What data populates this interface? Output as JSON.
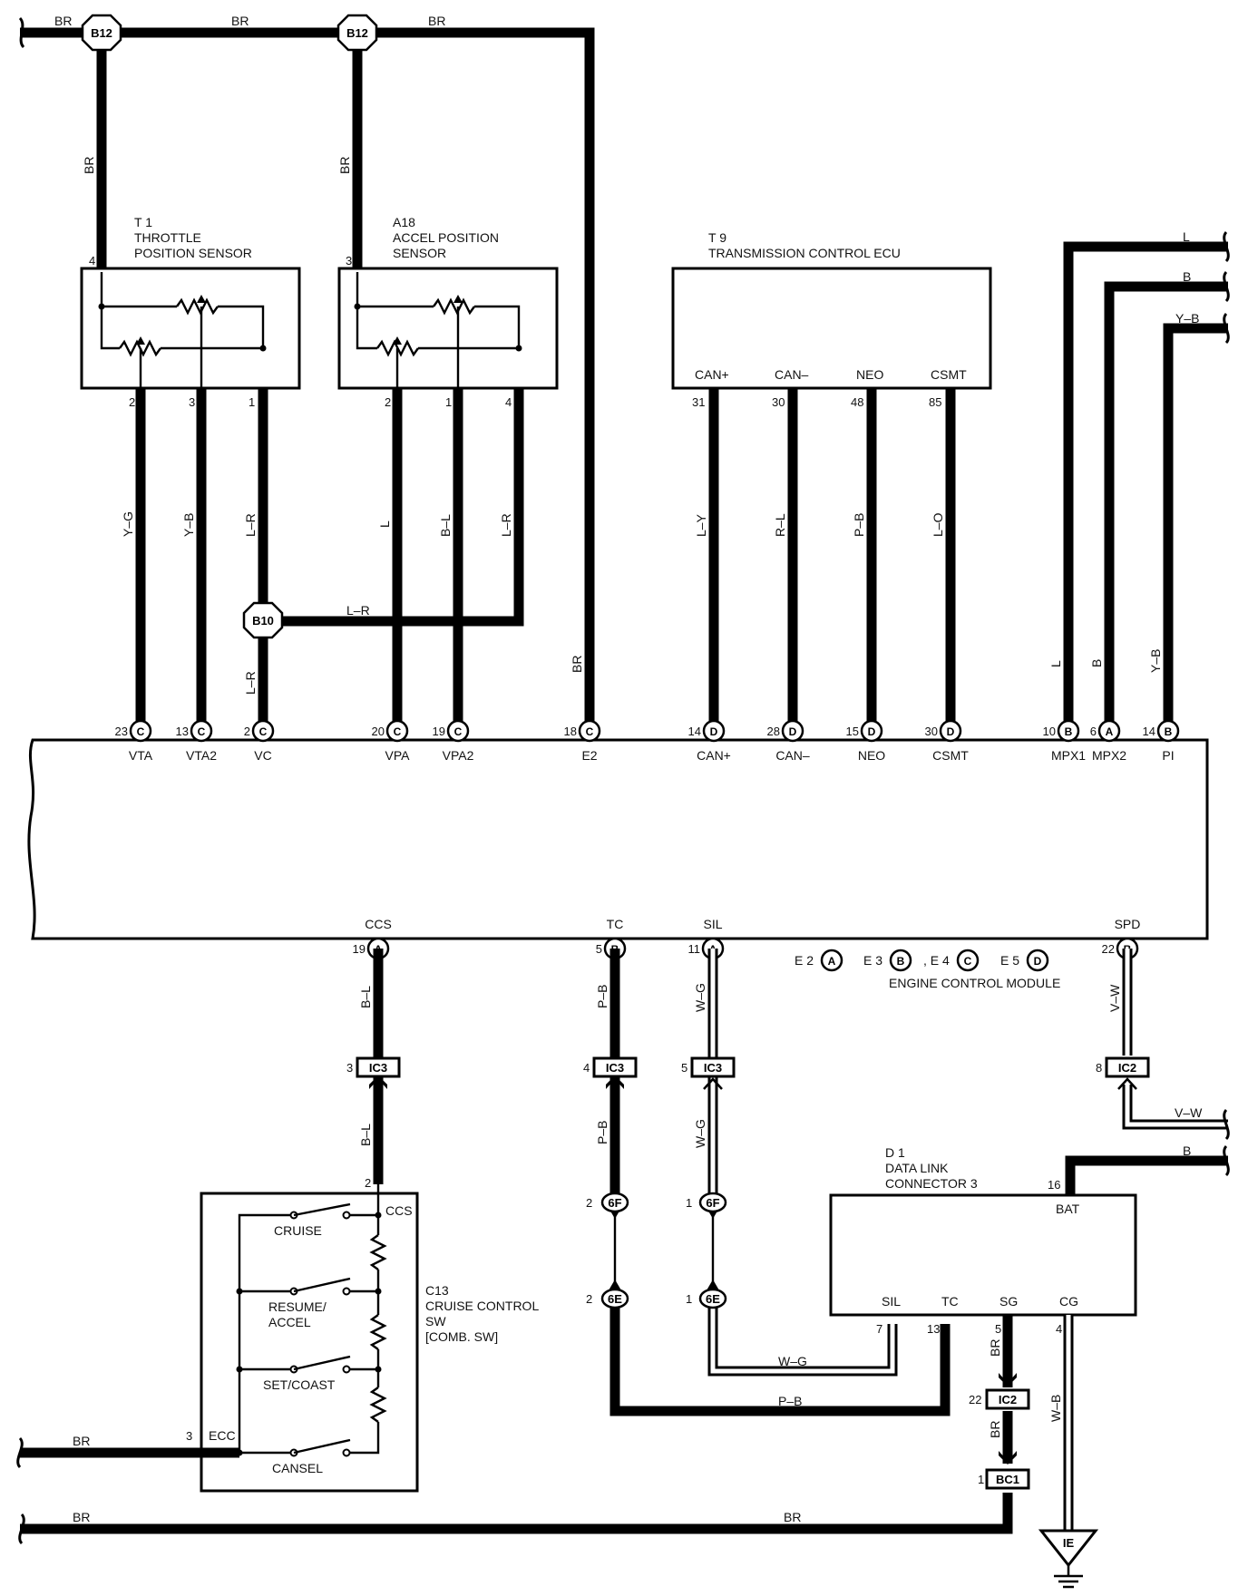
{
  "components": {
    "t1": {
      "code": "T 1",
      "name_line1": "THROTTLE",
      "name_line2": "POSITION SENSOR"
    },
    "a18": {
      "code": "A18",
      "name_line1": "ACCEL POSITION",
      "name_line2": "SENSOR"
    },
    "t9": {
      "code": "T 9",
      "name": "TRANSMISSION CONTROL ECU"
    },
    "d1": {
      "code": "D 1",
      "name_line1": "DATA LINK",
      "name_line2": "CONNECTOR 3"
    },
    "c13": {
      "code": "C13",
      "name_line1": "CRUISE CONTROL",
      "name_line2": "SW",
      "name_line3": "[COMB. SW]"
    },
    "ecm": {
      "name": "ENGINE CONTROL MODULE",
      "connectors": [
        "E 2",
        "E 3",
        ", E 4",
        "E 5"
      ],
      "connector_letters": [
        "A",
        "B",
        "C",
        "D"
      ]
    }
  },
  "splices": {
    "b12a": "B12",
    "b12b": "B12",
    "b10": "B10"
  },
  "connectors": {
    "ic3a": "IC3",
    "ic3b": "IC3",
    "ic3c": "IC3",
    "ic2a": "IC2",
    "ic2b": "IC2",
    "bc1": "BC1",
    "f6a": "6F",
    "f6b": "6F",
    "e6a": "6E",
    "e6b": "6E"
  },
  "ground": {
    "label": "IE"
  },
  "t1_pins": [
    "4",
    "2",
    "3",
    "1"
  ],
  "a18_pins": [
    "3",
    "2",
    "1",
    "4"
  ],
  "t9_terminals": [
    "CAN+",
    "CAN–",
    "NEO",
    "CSMT"
  ],
  "t9_pins": [
    "31",
    "30",
    "48",
    "85"
  ],
  "ecm_top_terminals": [
    "VTA",
    "VTA2",
    "VC",
    "VPA",
    "VPA2",
    "E2",
    "CAN+",
    "CAN–",
    "NEO",
    "CSMT",
    "MPX1",
    "MPX2",
    "PI"
  ],
  "ecm_top_pins": [
    "23",
    "13",
    "2",
    "20",
    "19",
    "18",
    "14",
    "28",
    "15",
    "30",
    "10",
    "6",
    "14"
  ],
  "ecm_top_letters": [
    "C",
    "C",
    "C",
    "C",
    "C",
    "C",
    "D",
    "D",
    "D",
    "D",
    "B",
    "A",
    "B"
  ],
  "ecm_bottom_terminals": [
    "CCS",
    "TC",
    "SIL",
    "SPD"
  ],
  "ecm_bottom_pins": [
    "19",
    "5",
    "11",
    "22"
  ],
  "ecm_bottom_letters": [
    "A",
    "B",
    "A",
    "B"
  ],
  "d1_terminals": [
    "BAT",
    "SIL",
    "TC",
    "SG",
    "CG"
  ],
  "d1_pins": [
    "16",
    "7",
    "13",
    "5",
    "4"
  ],
  "c13_switches": [
    "CRUISE",
    "RESUME/",
    "ACCEL",
    "SET/COAST",
    "CANSEL"
  ],
  "c13_terminals": [
    "CCS",
    "ECC"
  ],
  "c13_pins": [
    "2",
    "3"
  ],
  "connector_pins": {
    "ic3a": "3",
    "ic3b": "4",
    "ic3c": "5",
    "ic2a": "8",
    "ic2b": "22",
    "bc1": "1",
    "f6a": "2",
    "f6b": "1",
    "e6a": "2",
    "e6b": "1"
  },
  "wire_colors": {
    "top_br_1": "BR",
    "top_br_2": "BR",
    "top_br_3": "BR",
    "t1_br": "BR",
    "a18_br": "BR",
    "vta": "Y–G",
    "vta2": "Y–B",
    "vc": "L–R",
    "vc_lower": "L–R",
    "b10_link": "L–R",
    "vpa": "L",
    "vpa2": "B–L",
    "a18_4": "L–R",
    "e2": "BR",
    "can_p": "L–Y",
    "can_m": "R–L",
    "neo": "P–B",
    "csmt": "L–O",
    "mpx1_top": "L",
    "mpx2_top": "B",
    "pi_top": "Y–B",
    "mpx1": "L",
    "mpx2": "B",
    "pi": "Y–B",
    "ccs_1": "B–L",
    "ccs_2": "B–L",
    "tc_1": "P–B",
    "tc_2": "P–B",
    "tc_bottom": "P–B",
    "sil_1": "W–G",
    "sil_2": "W–G",
    "sil_bottom": "W–G",
    "spd": "V–W",
    "spd_right": "V–W",
    "bat_right": "B",
    "sg_1": "BR",
    "sg_2": "BR",
    "cg": "W–B",
    "ecc_left": "BR",
    "bottom_br_1": "BR",
    "bottom_br_2": "BR"
  }
}
